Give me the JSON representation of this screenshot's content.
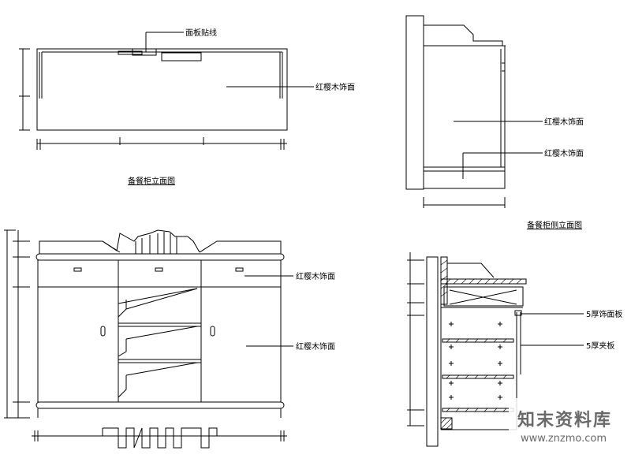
{
  "views": {
    "front_top": {
      "title": "备餐柜立面图",
      "labels": {
        "panel": "面板贴线",
        "veneer": "红樱木饰面"
      }
    },
    "side": {
      "title": "备餐柜侧立面图",
      "labels": {
        "veneer_1": "红樱木饰面",
        "veneer_2": "红樱木饰面"
      }
    },
    "front_bottom": {
      "labels": {
        "drawer_veneer": "红樱木饰面",
        "door_veneer": "红樱木饰面"
      }
    },
    "section": {
      "labels": {
        "board_1": "5厚饰面板",
        "board_2": "5厚夹板"
      }
    }
  },
  "watermark": {
    "text": "知末资料库",
    "url": "www.znzmo.com"
  }
}
